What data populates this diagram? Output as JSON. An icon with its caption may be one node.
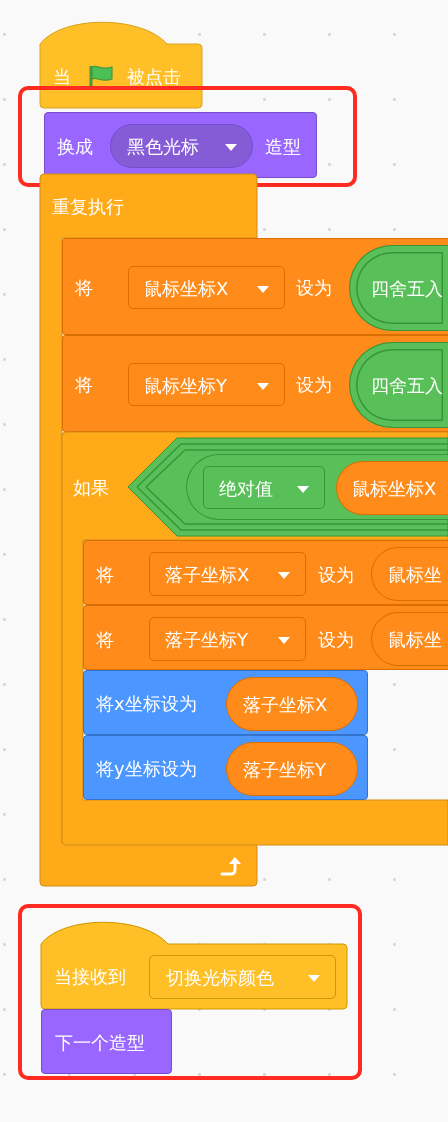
{
  "diagram": {
    "nodes": [
      {
        "text": [
          "当",
          "被点击"
        ]
      },
      {
        "text": [],
        "shape": "box"
      },
      {
        "text": [
          "换成",
          "造型"
        ],
        "in": 1
      },
      {
        "text": [
          "黑色光标"
        ],
        "in": 2
      },
      {
        "text": [
          "重复执行"
        ]
      },
      {
        "text": [
          "将",
          "设为"
        ]
      },
      {
        "text": [
          "鼠标坐标X"
        ],
        "in": 5
      },
      {
        "text": [
          "四舍五入"
        ],
        "in": 5
      },
      {
        "text": [
          "将",
          "设为"
        ]
      },
      {
        "text": [
          "鼠标坐标Y"
        ],
        "in": 8
      },
      {
        "text": [
          "四舍五入"
        ],
        "in": 8
      },
      {
        "text": [
          "如果"
        ]
      },
      {
        "text": [],
        "shape": "hexagon",
        "in": 11
      },
      {
        "text": [],
        "shape": "box",
        "in": 12
      },
      {
        "text": [
          "绝对值"
        ],
        "in": 13
      },
      {
        "text": [
          "鼠标坐标X"
        ],
        "in": 13
      },
      {
        "text": [
          "将",
          "设为"
        ],
        "in": 11
      },
      {
        "text": [
          "落子坐标X"
        ],
        "in": 16
      },
      {
        "text": [
          "鼠标坐"
        ],
        "in": 16
      },
      {
        "text": [
          "将",
          "设为"
        ],
        "in": 11
      },
      {
        "text": [
          "落子坐标Y"
        ],
        "in": 19
      },
      {
        "text": [
          "鼠标坐"
        ],
        "in": 19
      },
      {
        "text": [
          "将x坐标设为"
        ],
        "in": 11
      },
      {
        "text": [
          "落子坐标X"
        ],
        "in": 22
      },
      {
        "text": [
          "将y坐标设为"
        ],
        "in": 11
      },
      {
        "text": [
          "落子坐标Y"
        ],
        "in": 24
      },
      {
        "text": [],
        "shape": "box"
      },
      {
        "text": [
          "当接收到"
        ],
        "in": 26
      },
      {
        "text": [
          "切换光标颜色"
        ],
        "in": 27
      },
      {
        "text": [
          "下一个造型"
        ],
        "in": 26
      }
    ]
  }
}
